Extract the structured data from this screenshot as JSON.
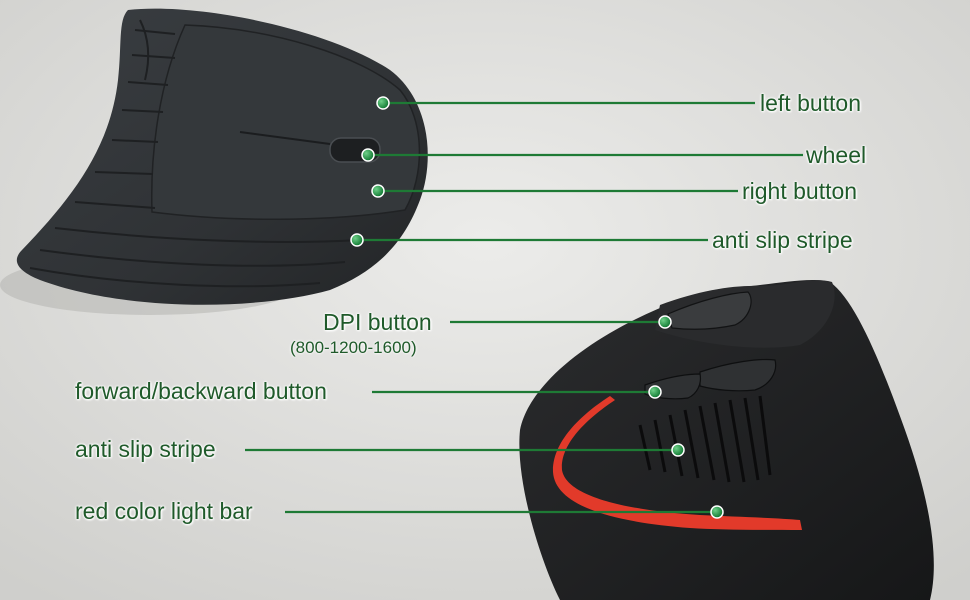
{
  "callouts": {
    "left_button": "left button",
    "wheel": "wheel",
    "right_button": "right button",
    "anti_slip_stripe_top": "anti slip stripe",
    "dpi_button": "DPI button",
    "dpi_values": "(800-1200-1600)",
    "forward_backward_button": "forward/backward button",
    "anti_slip_stripe_bottom": "anti slip stripe",
    "red_light_bar": "red color light bar"
  },
  "colors": {
    "background": "#d9d9d6",
    "mouse_body": "#2e3134",
    "callout_line": "#1e7a35",
    "label_text": "#1f5a2a",
    "light_bar": "#e23a2a"
  },
  "icons": {
    "marker": "green-dot"
  }
}
